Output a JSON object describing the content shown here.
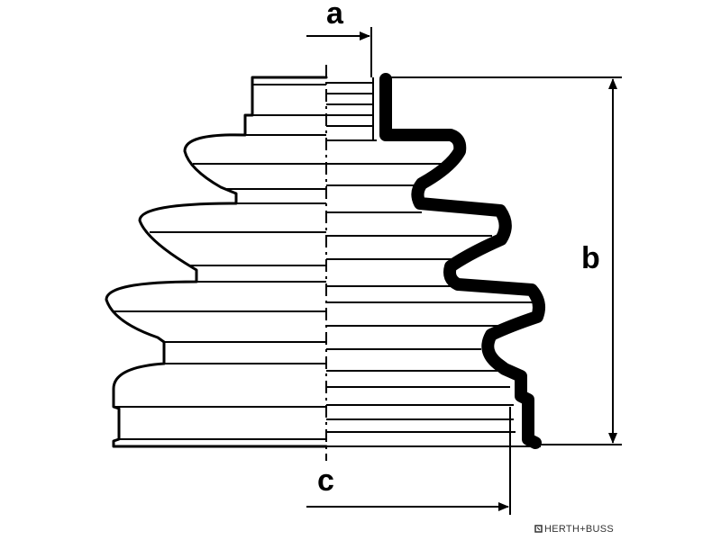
{
  "diagram": {
    "dimensions": [
      {
        "key": "a",
        "label": "a"
      },
      {
        "key": "b",
        "label": "b"
      },
      {
        "key": "c",
        "label": "c"
      }
    ],
    "watermark": "HERTH+BUSS",
    "colors": {
      "line": "#000000",
      "background": "#ffffff"
    }
  }
}
